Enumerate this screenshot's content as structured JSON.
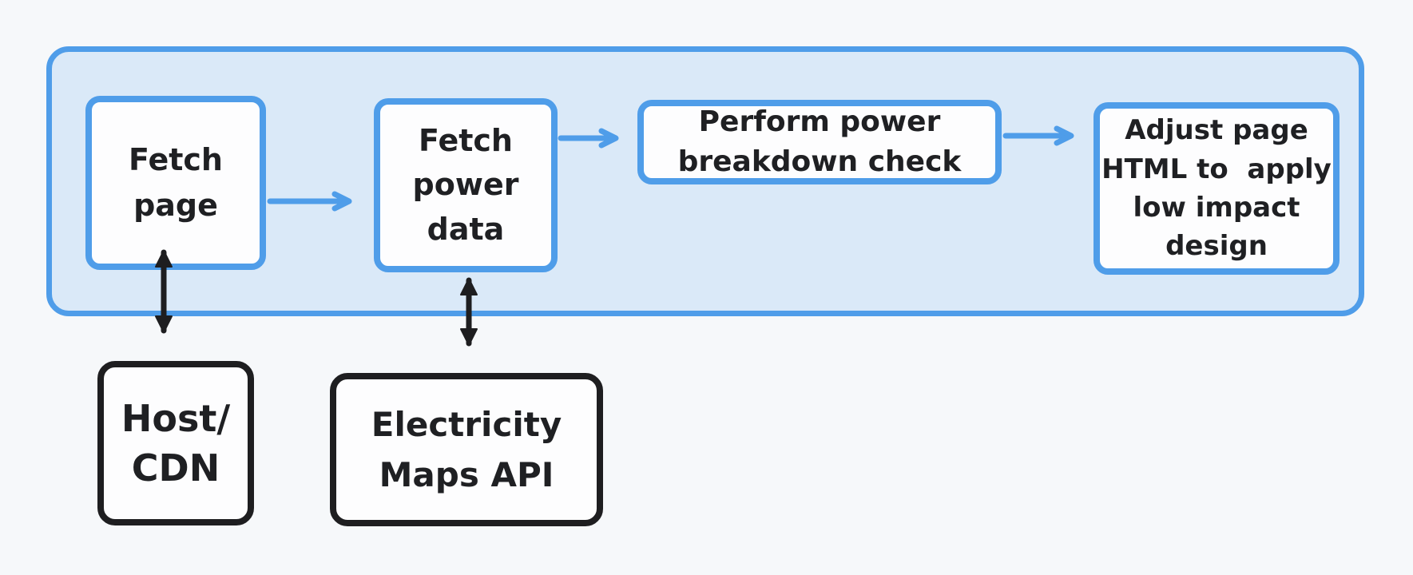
{
  "diagram": {
    "colors": {
      "background": "#f6f8fa",
      "container_fill": "#dae9f8",
      "blue_stroke": "#4f9de9",
      "black_stroke": "#1e1e20",
      "node_fill": "#fdfdfe",
      "text": "#1f2023"
    },
    "pipeline_steps": [
      {
        "id": "fetch-page",
        "label": "Fetch\npage"
      },
      {
        "id": "fetch-power-data",
        "label": "Fetch\npower\ndata"
      },
      {
        "id": "perform-power-breakdown-check",
        "label": "Perform power\nbreakdown check"
      },
      {
        "id": "adjust-page-html",
        "label": "Adjust page\nHTML to  apply\nlow impact\ndesign"
      }
    ],
    "external_nodes": [
      {
        "id": "host-cdn",
        "label": "Host/\nCDN"
      },
      {
        "id": "electricity-maps-api",
        "label": "Electricity\nMaps API"
      }
    ],
    "edges": [
      {
        "from": "fetch-page",
        "to": "fetch-power-data",
        "style": "blue-single-arrow"
      },
      {
        "from": "fetch-power-data",
        "to": "perform-power-breakdown-check",
        "style": "blue-single-arrow"
      },
      {
        "from": "perform-power-breakdown-check",
        "to": "adjust-page-html",
        "style": "blue-single-arrow"
      },
      {
        "from": "fetch-page",
        "to": "host-cdn",
        "style": "black-double-arrow"
      },
      {
        "from": "fetch-power-data",
        "to": "electricity-maps-api",
        "style": "black-double-arrow"
      }
    ]
  }
}
